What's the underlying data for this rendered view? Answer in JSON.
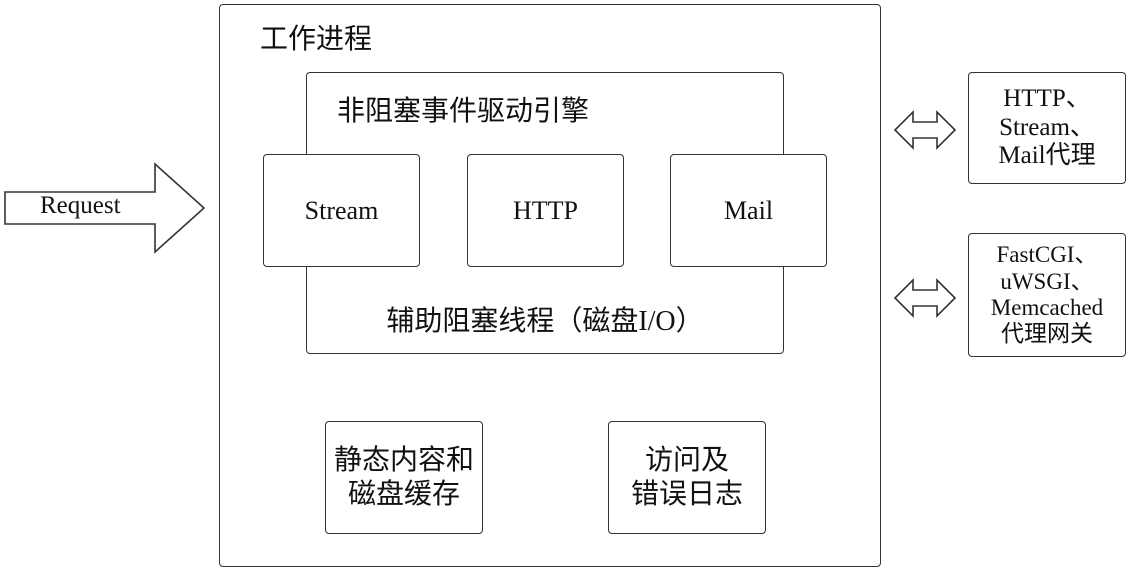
{
  "worker_process": {
    "title": "工作进程",
    "engine": {
      "title": "非阻塞事件驱动引擎",
      "modules": [
        "Stream",
        "HTTP",
        "Mail"
      ],
      "helper": "辅助阻塞线程（磁盘I/O）"
    }
  },
  "request_label": "Request",
  "bottom_boxes": [
    "静态内容和\n磁盘缓存",
    "访问及\n错误日志"
  ],
  "right_boxes": [
    "HTTP、\nStream、\nMail代理",
    "FastCGI、\nuWSGI、\nMemcached\n代理网关"
  ],
  "colors": {
    "stroke": "#333333",
    "fill": "#ffffff"
  }
}
